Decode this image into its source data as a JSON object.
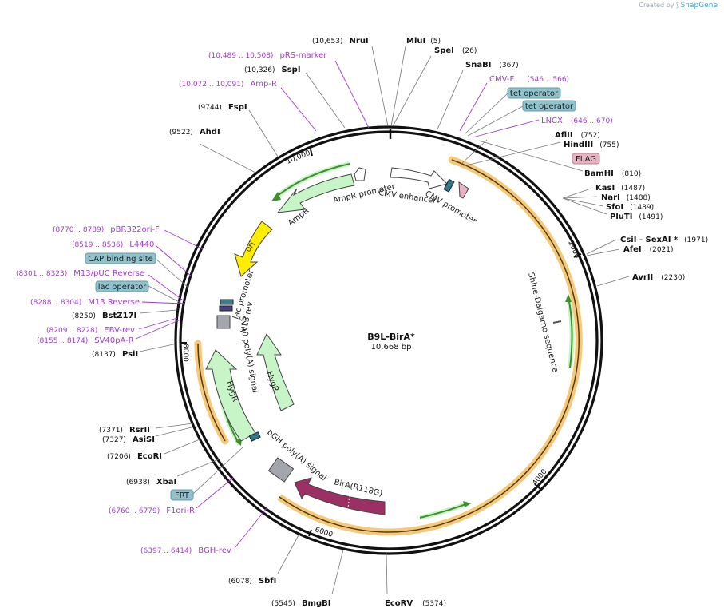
{
  "credit": {
    "prefix": "Created by",
    "brand": "SnapGene"
  },
  "plasmid": {
    "name": "B9L-BirA*",
    "size_label": "10,668 bp",
    "length": 10668
  },
  "ticks": [
    {
      "bp": 2000,
      "label": "2000"
    },
    {
      "bp": 4000,
      "label": "4000"
    },
    {
      "bp": 6000,
      "label": "6000"
    },
    {
      "bp": 8000,
      "label": "8000"
    },
    {
      "bp": 10000,
      "label": "10,000"
    }
  ],
  "sites": [
    {
      "name": "MluI",
      "pos": "(5)"
    },
    {
      "name": "SpeI",
      "pos": "(26)"
    },
    {
      "name": "SnaBI",
      "pos": "(367)"
    },
    {
      "name": "AflII",
      "pos": "(752)"
    },
    {
      "name": "HindIII",
      "pos": "(755)"
    },
    {
      "name": "BamHI",
      "pos": "(810)"
    },
    {
      "name": "KasI",
      "pos": "(1487)"
    },
    {
      "name": "NarI",
      "pos": "(1488)"
    },
    {
      "name": "SfoI",
      "pos": "(1489)"
    },
    {
      "name": "PluTI",
      "pos": "(1491)"
    },
    {
      "name": "CsiI - SexAI *",
      "pos": "(1971)"
    },
    {
      "name": "AfeI",
      "pos": "(2021)"
    },
    {
      "name": "AvrII",
      "pos": "(2230)"
    },
    {
      "name": "EcoRV",
      "pos": "(5374)"
    },
    {
      "name": "BmgBI",
      "pos": "(5545)"
    },
    {
      "name": "SbfI",
      "pos": "(6078)"
    },
    {
      "name": "XbaI",
      "pos": "(6938)"
    },
    {
      "name": "EcoRI",
      "pos": "(7206)"
    },
    {
      "name": "AsiSI",
      "pos": "(7327)"
    },
    {
      "name": "RsrII",
      "pos": "(7371)"
    },
    {
      "name": "PsiI",
      "pos": "(8137)"
    },
    {
      "name": "BstZ17I",
      "pos": "(8250)"
    },
    {
      "name": "AhdI",
      "pos": "(9522)"
    },
    {
      "name": "FspI",
      "pos": "(9744)"
    },
    {
      "name": "SspI",
      "pos": "(10,326)"
    },
    {
      "name": "NruI",
      "pos": "(10,653)"
    }
  ],
  "primers": [
    {
      "name": "pRS-marker",
      "range": "(10,489 .. 10,508)"
    },
    {
      "name": "Amp-R",
      "range": "(10,072 .. 10,091)"
    },
    {
      "name": "CMV-F",
      "range": "(546 .. 566)"
    },
    {
      "name": "LNCX",
      "range": "(646 .. 670)"
    },
    {
      "name": "pBR322ori-F",
      "range": "(8770 .. 8789)"
    },
    {
      "name": "L4440",
      "range": "(8519 .. 8536)"
    },
    {
      "name": "M13/pUC Reverse",
      "range": "(8301 .. 8323)"
    },
    {
      "name": "M13 Reverse",
      "range": "(8288 .. 8304)"
    },
    {
      "name": "EBV-rev",
      "range": "(8209 .. 8228)"
    },
    {
      "name": "SV40pA-R",
      "range": "(8155 .. 8174)"
    },
    {
      "name": "F1ori-R",
      "range": "(6760 .. 6779)"
    },
    {
      "name": "BGH-rev",
      "range": "(6397 .. 6414)"
    }
  ],
  "boxed_labels": [
    {
      "name": "tet operator",
      "color": "#8fc4cf"
    },
    {
      "name": "tet operator",
      "color": "#8fc4cf"
    },
    {
      "name": "FLAG",
      "color": "#e8b4c4"
    },
    {
      "name": "CAP binding site",
      "color": "#8fc4cf"
    },
    {
      "name": "lac operator",
      "color": "#8fc4cf"
    },
    {
      "name": "FRT",
      "color": "#8fc4cf"
    }
  ],
  "features": [
    {
      "name": "AmpR promoter"
    },
    {
      "name": "CMV enhancer"
    },
    {
      "name": "CMV promoter"
    },
    {
      "name": "AmpR"
    },
    {
      "name": "ori"
    },
    {
      "name": "lac promoter"
    },
    {
      "name": "M13 rev"
    },
    {
      "name": "SV40 poly(A) signal"
    },
    {
      "name": "HygR"
    },
    {
      "name": "HygR"
    },
    {
      "name": "bGH poly(A) signal"
    },
    {
      "name": "BirA(R118G)"
    },
    {
      "name": "Shine-Dalgarno sequence"
    }
  ],
  "colors": {
    "primer": "#a03bd1",
    "orf_fill": "#f5c97a",
    "orf_green": "#3f8f2a",
    "marker_fill": "#c8f5c8",
    "ori_fill": "#ffee00",
    "bira_fill": "#9c2f63",
    "polyA_fill": "#a3a7ad",
    "promoter_fill": "#ffffff"
  }
}
